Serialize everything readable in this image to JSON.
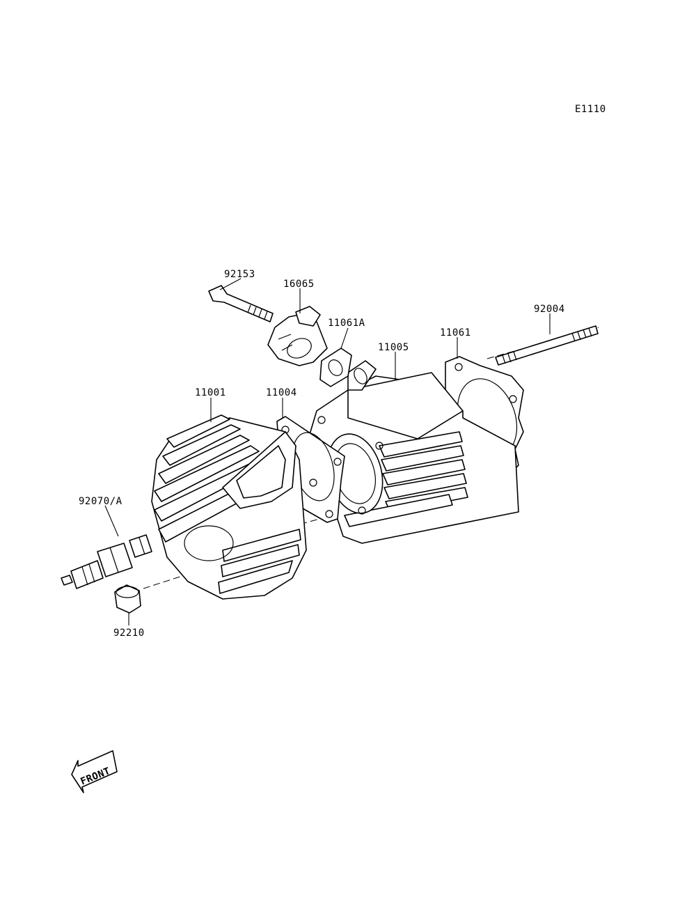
{
  "diagram_code": "E1110",
  "front_label": "FRONT",
  "parts": {
    "bolt": "92153",
    "manifold": "16065",
    "gasket_small": "11061A",
    "cylinder": "11005",
    "base_gasket": "11061",
    "stud": "92004",
    "head": "11001",
    "head_gasket": "11004",
    "spark_plug": "92070/A",
    "nut": "92210"
  }
}
